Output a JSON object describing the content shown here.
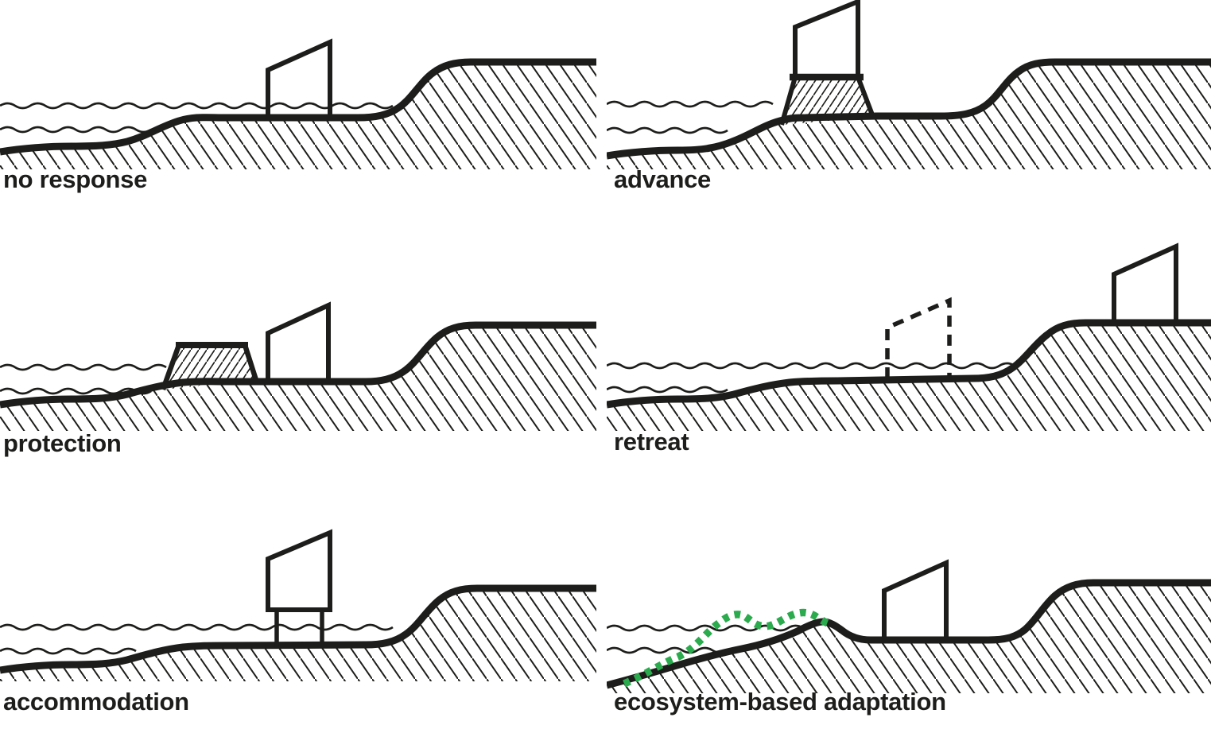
{
  "figure": {
    "description": "six-panel coastal adaptation strategies diagram",
    "panels": [
      {
        "id": "no-response",
        "label": "no response"
      },
      {
        "id": "advance",
        "label": "advance"
      },
      {
        "id": "protection",
        "label": "protection"
      },
      {
        "id": "retreat",
        "label": "retreat"
      },
      {
        "id": "accommodation",
        "label": "accommodation"
      },
      {
        "id": "ecosystem-based-adaptation",
        "label": "ecosystem-based adaptation"
      }
    ],
    "colors": {
      "ink": "#1d1d1b",
      "vegetation_green": "#2bab4d",
      "background": "#ffffff"
    }
  }
}
